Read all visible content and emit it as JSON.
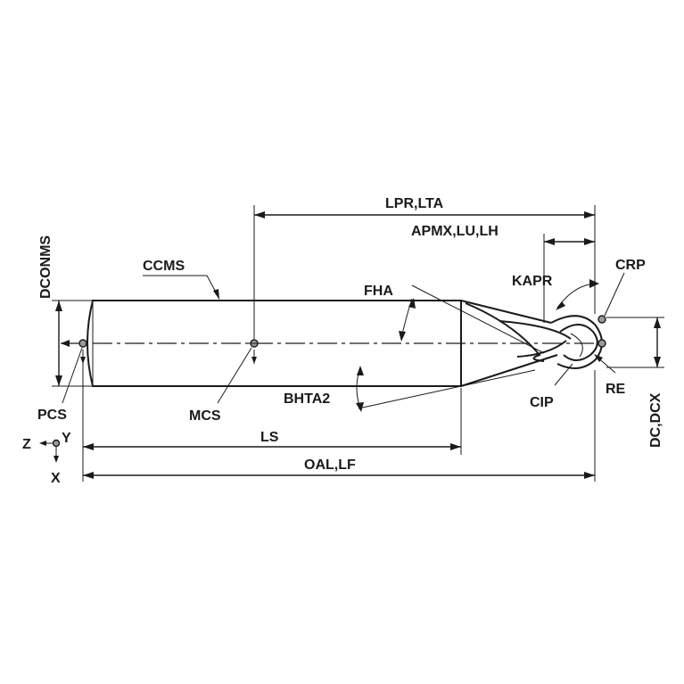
{
  "labels": {
    "lpr_lta": "LPR,LTA",
    "apmx_lu_lh": "APMX,LU,LH",
    "dconms": "DCONMS",
    "ccms": "CCMS",
    "fha": "FHA",
    "kapr": "KAPR",
    "crp": "CRP",
    "pcs": "PCS",
    "mcs": "MCS",
    "bhta2": "BHTA2",
    "cip": "CIP",
    "re": "RE",
    "dc_dcx": "DC,DCX",
    "ls": "LS",
    "oal_lf": "OAL,LF",
    "axis_z": "Z",
    "axis_y": "Y",
    "axis_x": "X"
  }
}
